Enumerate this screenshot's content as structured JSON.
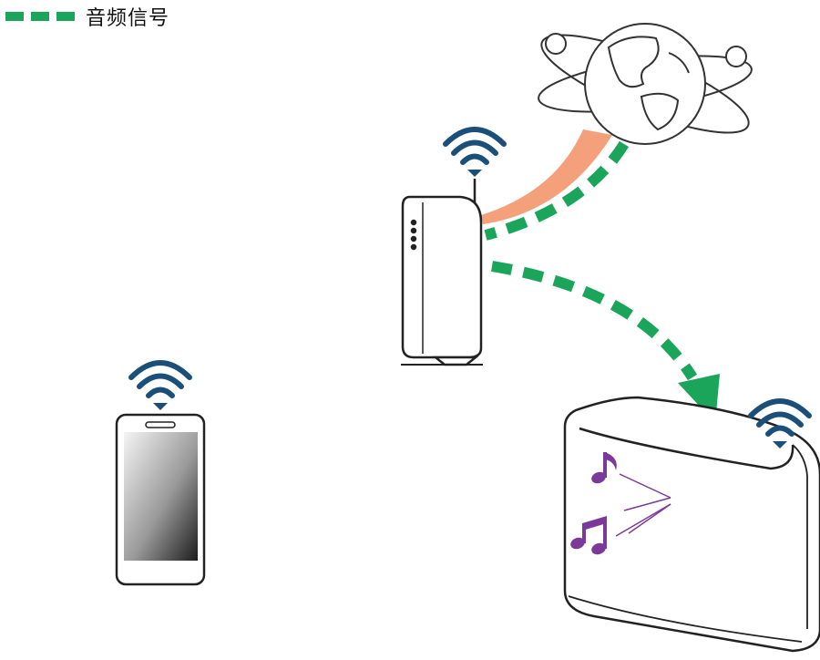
{
  "legend": {
    "label": "音频信号",
    "line_style": "dashed",
    "color": "#1aa55a"
  },
  "colors": {
    "audio_signal": "#1aa55a",
    "internet_signal": "#f4a07a",
    "wifi_icon": "#1a4f7a",
    "music_notes": "#7b3a9a",
    "outline": "#222222"
  },
  "nodes": [
    {
      "id": "internet",
      "icon": "globe-icon"
    },
    {
      "id": "router",
      "icon": "router-icon"
    },
    {
      "id": "smartphone",
      "icon": "smartphone-icon"
    },
    {
      "id": "speaker",
      "icon": "speaker-icon"
    }
  ],
  "connections": [
    {
      "from": "internet",
      "to": "router",
      "type": "internet"
    },
    {
      "from": "internet",
      "to": "router",
      "type": "audio_signal"
    },
    {
      "from": "router",
      "to": "speaker",
      "type": "audio_signal"
    }
  ]
}
